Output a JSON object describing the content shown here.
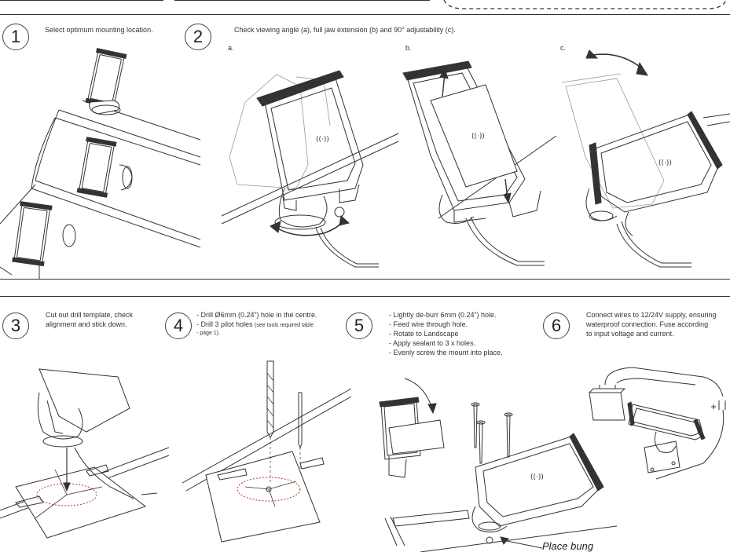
{
  "steps": [
    {
      "number": "1",
      "text": "Select optimum mounting location."
    },
    {
      "number": "2",
      "text": "Check viewing angle (a), full jaw extension (b) and 90° adjustability (c).",
      "labels": [
        "a.",
        "b.",
        "c."
      ]
    },
    {
      "number": "3",
      "lines": [
        "Cut out drill template, check",
        "alignment and stick down."
      ]
    },
    {
      "number": "4",
      "lines": [
        "- Drill Ø6mm (0.24”) hole in the centre.",
        "- Drill 3 pilot holes"
      ],
      "note": "(see tools required table",
      "note2": "-  page 1)."
    },
    {
      "number": "5",
      "lines": [
        "- Lightly de-burr 6mm (0.24”) hole.",
        "- Feed wire through hole.",
        "- Rotate to Landscape",
        "- Apply sealant to 3 x holes.",
        "- Evenly screw the mount into place."
      ],
      "callout": "Place bung"
    },
    {
      "number": "6",
      "lines": [
        "Connect wires to 12/24V supply, ensuring",
        "waterproof connection. Fuse according",
        "to input voltage and current."
      ]
    }
  ],
  "colors": {
    "line": "#333333",
    "accent_red": "#c0392b"
  }
}
